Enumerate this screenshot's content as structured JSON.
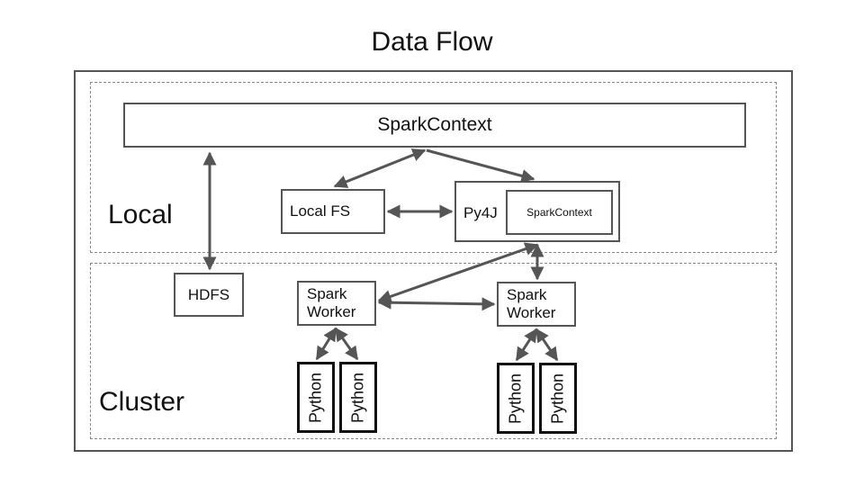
{
  "title": "Data Flow",
  "sections": {
    "local": "Local",
    "cluster": "Cluster"
  },
  "nodes": {
    "spark_context": "SparkContext",
    "local_fs": "Local FS",
    "py4j": "Py4J",
    "py4j_spark_context": "SparkContext",
    "hdfs": "HDFS",
    "spark_worker_1_line1": "Spark",
    "spark_worker_1_line2": "Worker",
    "spark_worker_2_line1": "Spark",
    "spark_worker_2_line2": "Worker",
    "python": "Python"
  },
  "colors": {
    "stroke": "#555555",
    "python_border": "#111111",
    "region_border": "#888888"
  }
}
